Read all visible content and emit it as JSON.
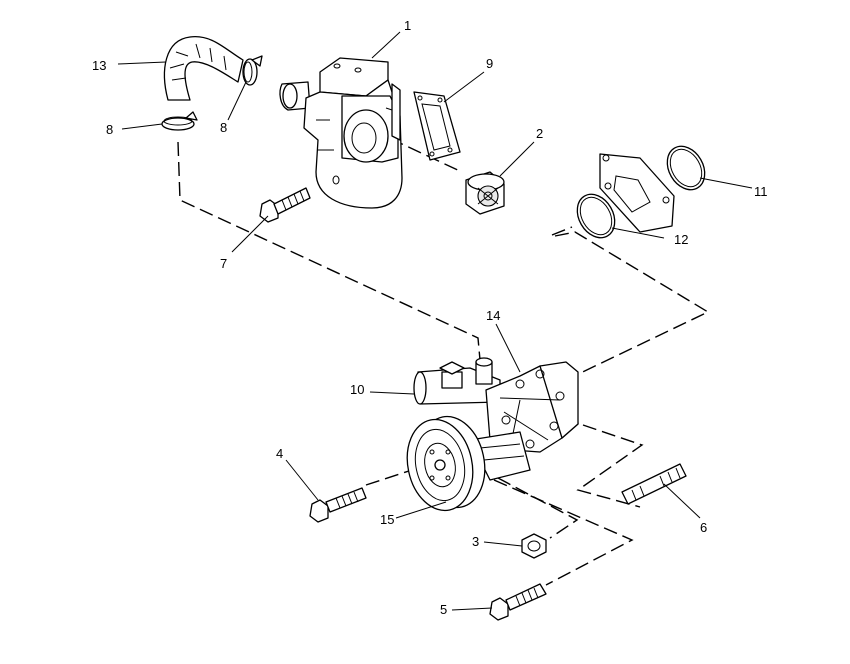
{
  "diagram": {
    "callouts": [
      {
        "id": "label-1",
        "text": "1"
      },
      {
        "id": "label-2",
        "text": "2"
      },
      {
        "id": "label-3",
        "text": "3"
      },
      {
        "id": "label-4",
        "text": "4"
      },
      {
        "id": "label-5",
        "text": "5"
      },
      {
        "id": "label-6",
        "text": "6"
      },
      {
        "id": "label-7",
        "text": "7"
      },
      {
        "id": "label-8a",
        "text": "8"
      },
      {
        "id": "label-8b",
        "text": "8"
      },
      {
        "id": "label-9",
        "text": "9"
      },
      {
        "id": "label-10",
        "text": "10"
      },
      {
        "id": "label-11",
        "text": "11"
      },
      {
        "id": "label-12",
        "text": "12"
      },
      {
        "id": "label-13",
        "text": "13"
      },
      {
        "id": "label-14",
        "text": "14"
      },
      {
        "id": "label-15",
        "text": "15"
      }
    ],
    "colors": {
      "ink": "#000000",
      "paper": "#ffffff"
    }
  }
}
